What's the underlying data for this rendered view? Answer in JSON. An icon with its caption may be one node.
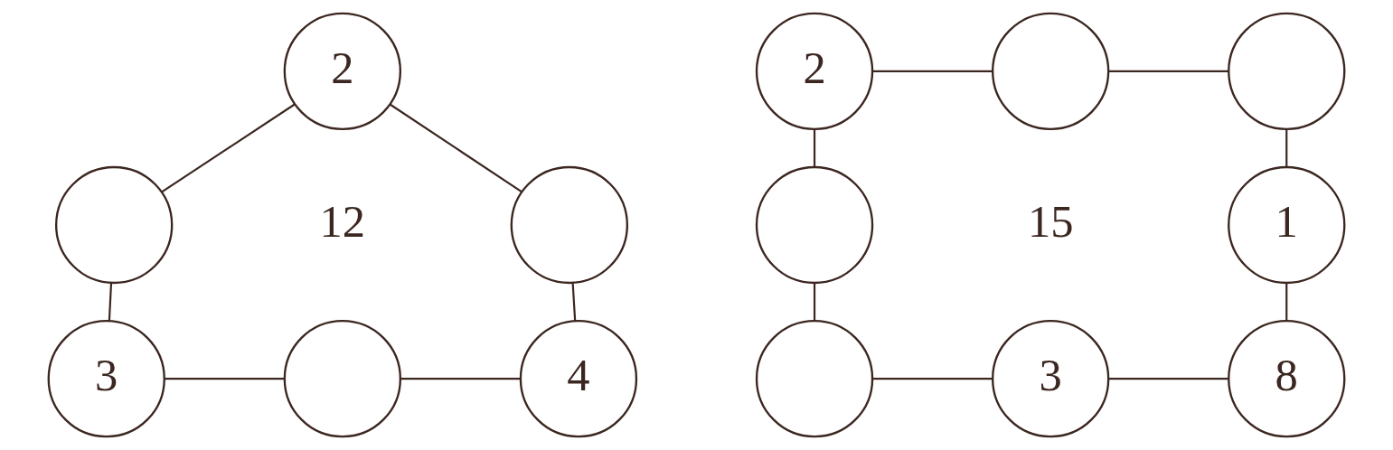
{
  "diagram": {
    "nodes": [
      {
        "text": [
          "2"
        ]
      },
      {
        "text": [],
        "shape": "circle"
      },
      {
        "text": [],
        "shape": "circle"
      },
      {
        "text": [
          "3"
        ]
      },
      {
        "text": [],
        "shape": "circle"
      },
      {
        "text": [
          "4"
        ]
      },
      {
        "text": [
          "2"
        ]
      },
      {
        "text": [],
        "shape": "circle"
      },
      {
        "text": [],
        "shape": "circle"
      },
      {
        "text": [],
        "shape": "circle"
      },
      {
        "text": [
          "1"
        ]
      },
      {
        "text": [],
        "shape": "circle"
      },
      {
        "text": [
          "3"
        ]
      },
      {
        "text": [
          "8"
        ]
      }
    ],
    "edges": [
      {
        "from": 0,
        "to": 1,
        "arrow": "none"
      },
      {
        "from": 0,
        "to": 2,
        "arrow": "none"
      },
      {
        "from": 1,
        "to": 3,
        "arrow": "none"
      },
      {
        "from": 2,
        "to": 5,
        "arrow": "none"
      },
      {
        "from": 3,
        "to": 4,
        "arrow": "none"
      },
      {
        "from": 4,
        "to": 5,
        "arrow": "none"
      },
      {
        "from": 6,
        "to": 7,
        "arrow": "none"
      },
      {
        "from": 7,
        "to": 8,
        "arrow": "none"
      },
      {
        "from": 6,
        "to": 9,
        "arrow": "none"
      },
      {
        "from": 8,
        "to": 10,
        "arrow": "none"
      },
      {
        "from": 9,
        "to": 11,
        "arrow": "none"
      },
      {
        "from": 10,
        "to": 13,
        "arrow": "none"
      },
      {
        "from": 11,
        "to": 12,
        "arrow": "none"
      },
      {
        "from": 12,
        "to": 13,
        "arrow": "none"
      }
    ],
    "labels": [
      "12",
      "15"
    ]
  }
}
